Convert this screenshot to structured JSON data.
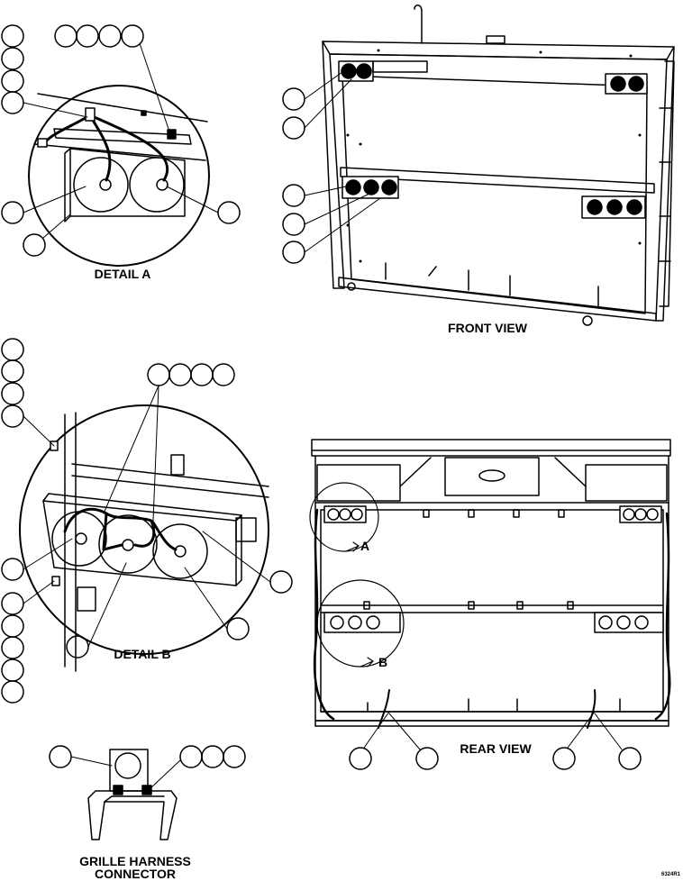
{
  "captions": {
    "detail_a": "DETAIL A",
    "front_view": "FRONT VIEW",
    "detail_b": "DETAIL B",
    "rear_view": "REAR VIEW",
    "grille_line1": "GRILLE HARNESS",
    "grille_line2": "CONNECTOR"
  },
  "view_markers": {
    "a": "A",
    "b": "B"
  },
  "figure_number": "6324R1"
}
